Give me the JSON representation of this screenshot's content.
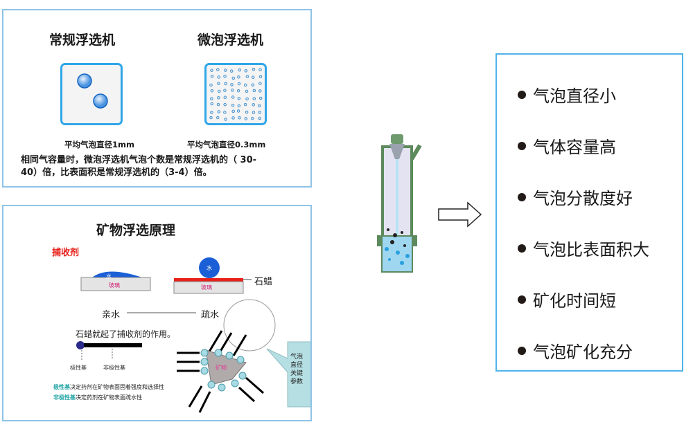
{
  "comparison_panel": {
    "conventional_title": "常规浮选机",
    "micro_title": "微泡浮选机",
    "conventional_caption": "平均气泡直径1mm",
    "micro_caption": "平均气泡直径0.3mm",
    "note_line1": "相同气容量时，微泡浮选机气泡个数是常规浮选机的（ 30-",
    "note_line2": "40）倍，比表面积是常规浮选机的（3-4）倍。"
  },
  "principle_panel": {
    "title": "矿物浮选原理",
    "collector_label": "捕收剂",
    "water_label": "水",
    "glass_label": "玻璃",
    "paraffin_label": "石蜡",
    "hydrophilic_label": "亲水",
    "hydrophobic_label": "疏水",
    "paraffin_note": "石蜡就起了捕收剂的作用。",
    "polar_group_label": "极性基",
    "nonpolar_group_label": "非极性基",
    "polar_desc_key": "极性基",
    "polar_desc": "决定药剂在矿物表面固着强度和选择性",
    "nonpolar_desc_key": "非极性基",
    "nonpolar_desc": "决定药剂在矿物表面疏水性",
    "mineral_label": "矿物",
    "callout": [
      "气泡",
      "直径",
      "关键",
      "参数"
    ]
  },
  "features_panel": {
    "items": [
      "气泡直径小",
      "气体容量高",
      "气泡分散度好",
      "气泡比表面积大",
      "矿化时间短",
      "气泡矿化充分"
    ]
  },
  "colors": {
    "panel_border": "#8fc3e6",
    "accent_blue": "#2fa6e8",
    "red": "#e8201a",
    "teal_text": "#1fa3a3"
  }
}
